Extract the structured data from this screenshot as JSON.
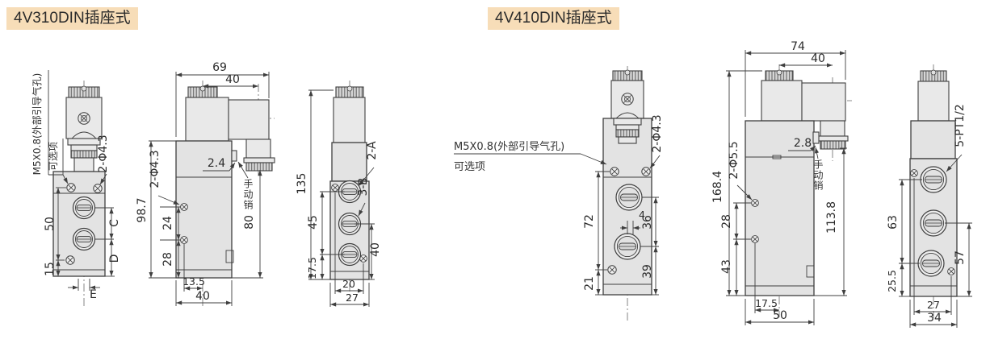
{
  "colors": {
    "badge_bg": "#f7ddb8",
    "line": "#3f3f3f",
    "body_fill": "#e3e3e3",
    "text": "#2b2b2b",
    "page_bg": "#ffffff"
  },
  "titles": {
    "left": "4V310DIN插座式",
    "right": "4V410DIN插座式"
  },
  "v310": {
    "front": {
      "m5": "M5X0.8(外部引导气孔)",
      "optional": "可选项",
      "holes": "2-Φ4.3",
      "d50": "50",
      "d15": "15",
      "dc": "C",
      "dd": "D",
      "de": "E"
    },
    "side": {
      "d69": "69",
      "d40t": "40",
      "d2_4": "2.4",
      "pin": "手动销",
      "d80": "80",
      "d98_7": "98.7",
      "d24": "24",
      "d28": "28",
      "holes": "2-Φ4.3",
      "d13_5": "13.5",
      "d40b": "40"
    },
    "end": {
      "d135": "135",
      "d45": "45",
      "d17_5": "17.5",
      "pa": "2-A",
      "pb": "3-B",
      "d40": "40",
      "d20": "20",
      "d27": "27"
    }
  },
  "v410": {
    "front": {
      "m5": "M5X0.8(外部引导气孔)",
      "optional": "可选项",
      "holes": "2-Φ4.3",
      "d72": "72",
      "d21": "21",
      "d4": "4",
      "d36": "36",
      "d39": "39"
    },
    "side": {
      "d74": "74",
      "d40t": "40",
      "d2_8": "2.8",
      "pin": "手动销",
      "d168_4": "168.4",
      "holes": "2-Φ5.5",
      "d28": "28",
      "d43": "43",
      "d113_8": "113.8",
      "d17_5": "17.5",
      "d50": "50"
    },
    "end": {
      "ports": "5-PT1/2",
      "d63": "63",
      "d25_5": "25.5",
      "d57": "57",
      "d27": "27",
      "d34": "34"
    }
  }
}
